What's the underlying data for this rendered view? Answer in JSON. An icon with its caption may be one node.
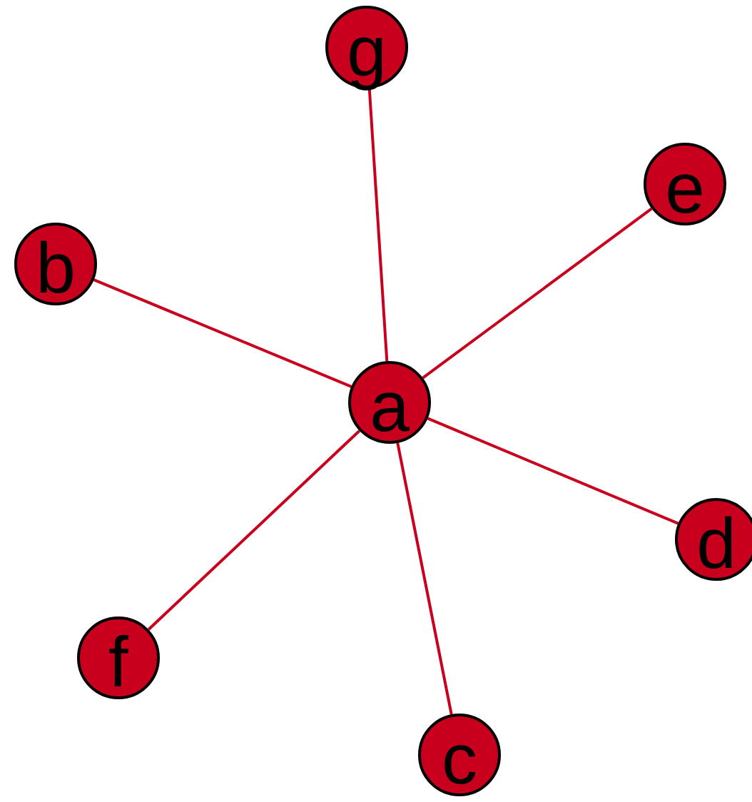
{
  "diagram": {
    "nodes": [
      {
        "text": [
          "g"
        ]
      },
      {
        "text": [
          "e"
        ]
      },
      {
        "text": [
          "b"
        ]
      },
      {
        "text": [
          "a"
        ]
      },
      {
        "text": [
          "d"
        ]
      },
      {
        "text": [
          "f"
        ]
      },
      {
        "text": [
          "c"
        ]
      }
    ],
    "edges": [
      {
        "from": 3,
        "to": 0,
        "arrow": "none"
      },
      {
        "from": 3,
        "to": 1,
        "arrow": "none"
      },
      {
        "from": 3,
        "to": 2,
        "arrow": "none"
      },
      {
        "from": 3,
        "to": 4,
        "arrow": "none"
      },
      {
        "from": 3,
        "to": 5,
        "arrow": "none"
      },
      {
        "from": 3,
        "to": 6,
        "arrow": "none"
      }
    ]
  }
}
